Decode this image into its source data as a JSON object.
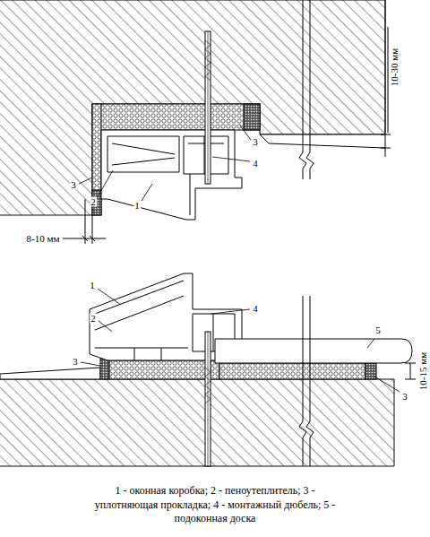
{
  "diagram": {
    "caption": "1 - оконная коробка; 2 - пеноутеплитель; 3 - уплотняющая прокладка; 4 - монтажный дюбель; 5 - подоконная доска",
    "labels": [
      "10-30 мм",
      "3",
      "4",
      "3",
      "2",
      "1",
      "8-10 мм",
      "1",
      "2",
      "4",
      "5",
      "3",
      "3",
      "10-15 мм"
    ]
  }
}
